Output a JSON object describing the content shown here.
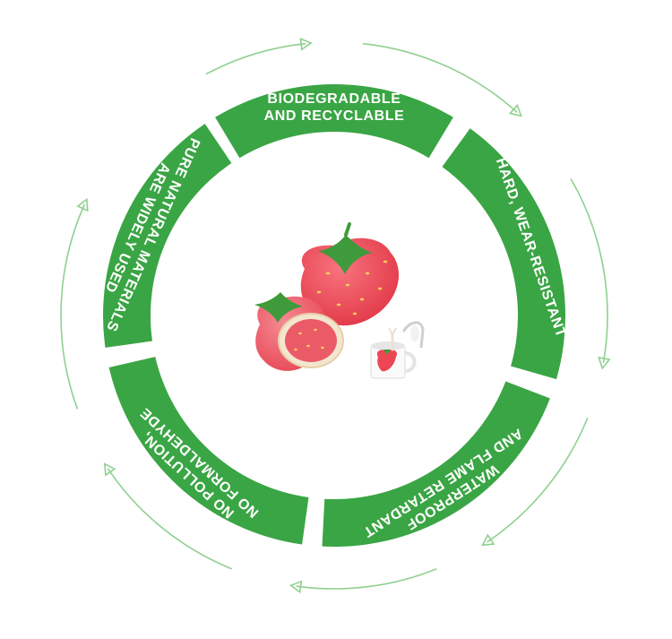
{
  "colors": {
    "ring_green": "#3aa544",
    "orbit_green": "#8fd08f",
    "strawberry_red": "#ec4654",
    "strawberry_pink": "#f5808a",
    "leaf_green": "#3f9a3b",
    "seed_yellow": "#f4cf5a",
    "plate_cream": "#f3e6cf"
  },
  "ring": {
    "segments": [
      {
        "id": "biodegradable",
        "lines": [
          "BIODEGRADABLE",
          "AND RECYCLABLE"
        ]
      },
      {
        "id": "hard",
        "lines": [
          "HARD, WEAR-RESISTANT"
        ]
      },
      {
        "id": "waterproof",
        "lines": [
          "WATERPROOF",
          "AND FLAME RETARDANT"
        ]
      },
      {
        "id": "no-pollution",
        "lines": [
          "NO POLLUTION,",
          "NO FORMALDEHYDE"
        ]
      },
      {
        "id": "natural",
        "lines": [
          "PURE NATURAL MATERIALS",
          "ARE WIDELY USED"
        ]
      }
    ]
  },
  "center_image": {
    "icon": "strawberry-tableware-set"
  }
}
